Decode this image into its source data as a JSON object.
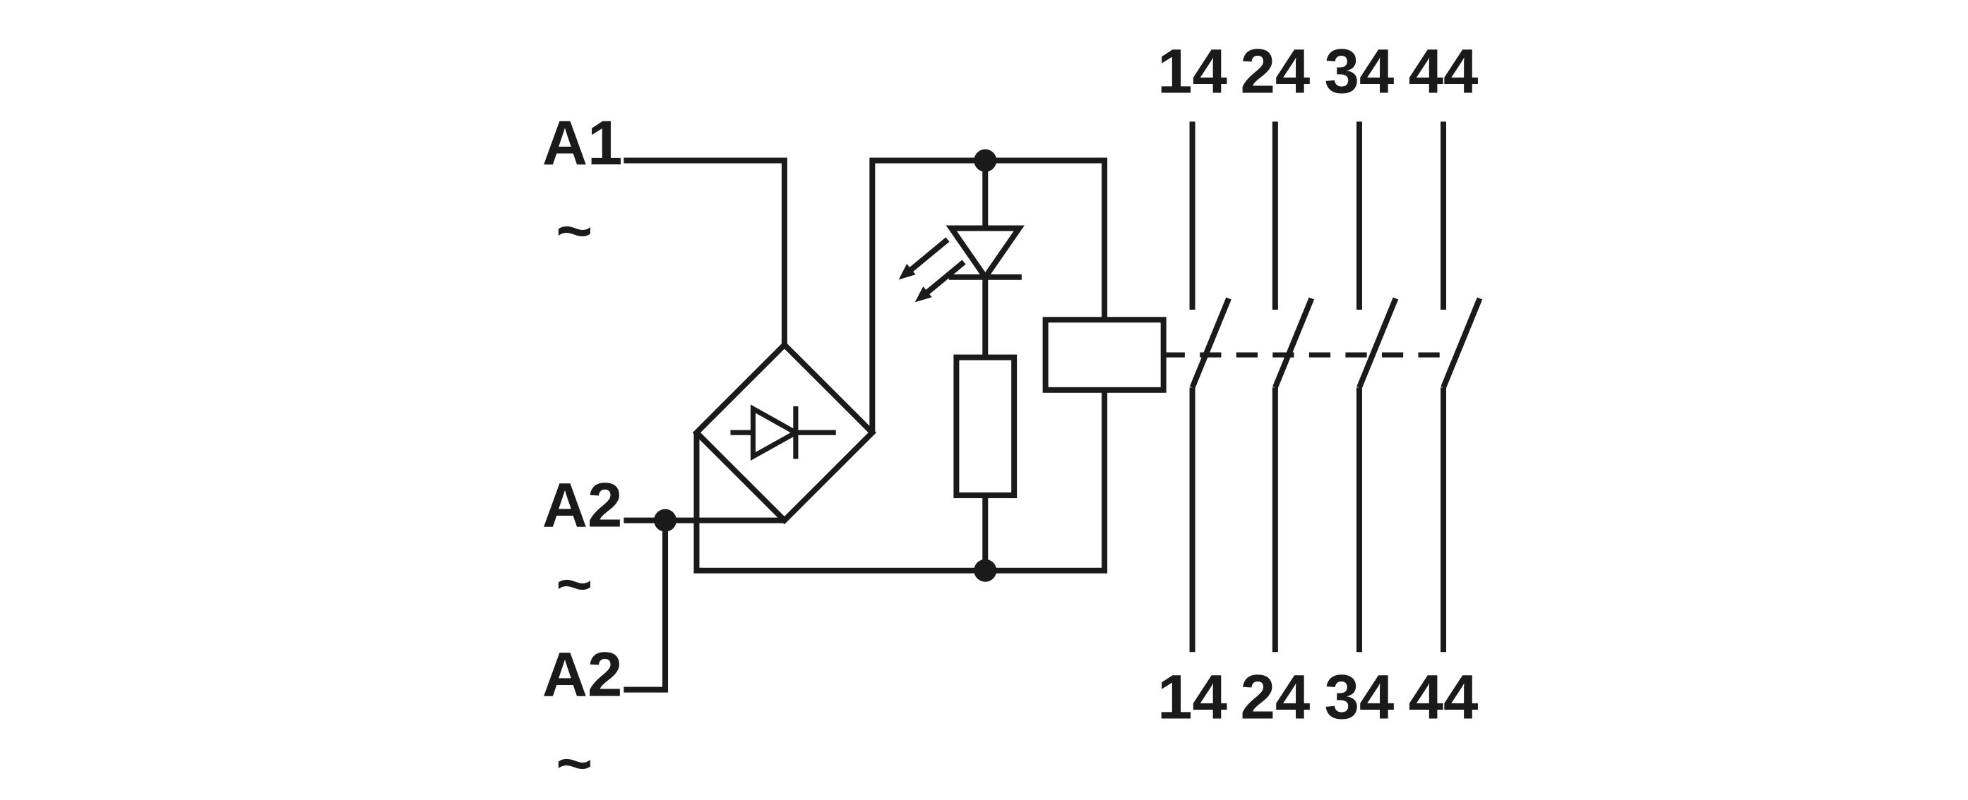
{
  "colors": {
    "background": "#ffffff",
    "line": "#1a1a1a"
  },
  "schematic": {
    "terminals": {
      "a1": {
        "label": "A1",
        "ac": "~"
      },
      "a2_upper": {
        "label": "A2",
        "ac": "~"
      },
      "a2_lower": {
        "label": "A2",
        "ac": "~"
      }
    },
    "contacts": {
      "top": [
        "14",
        "24",
        "34",
        "44"
      ],
      "bottom": [
        "14",
        "24",
        "34",
        "44"
      ]
    },
    "components": [
      {
        "name": "bridge-rectifier"
      },
      {
        "name": "led-indicator"
      },
      {
        "name": "series-resistor"
      },
      {
        "name": "relay-coil"
      },
      {
        "name": "mechanical-linkage"
      }
    ]
  }
}
